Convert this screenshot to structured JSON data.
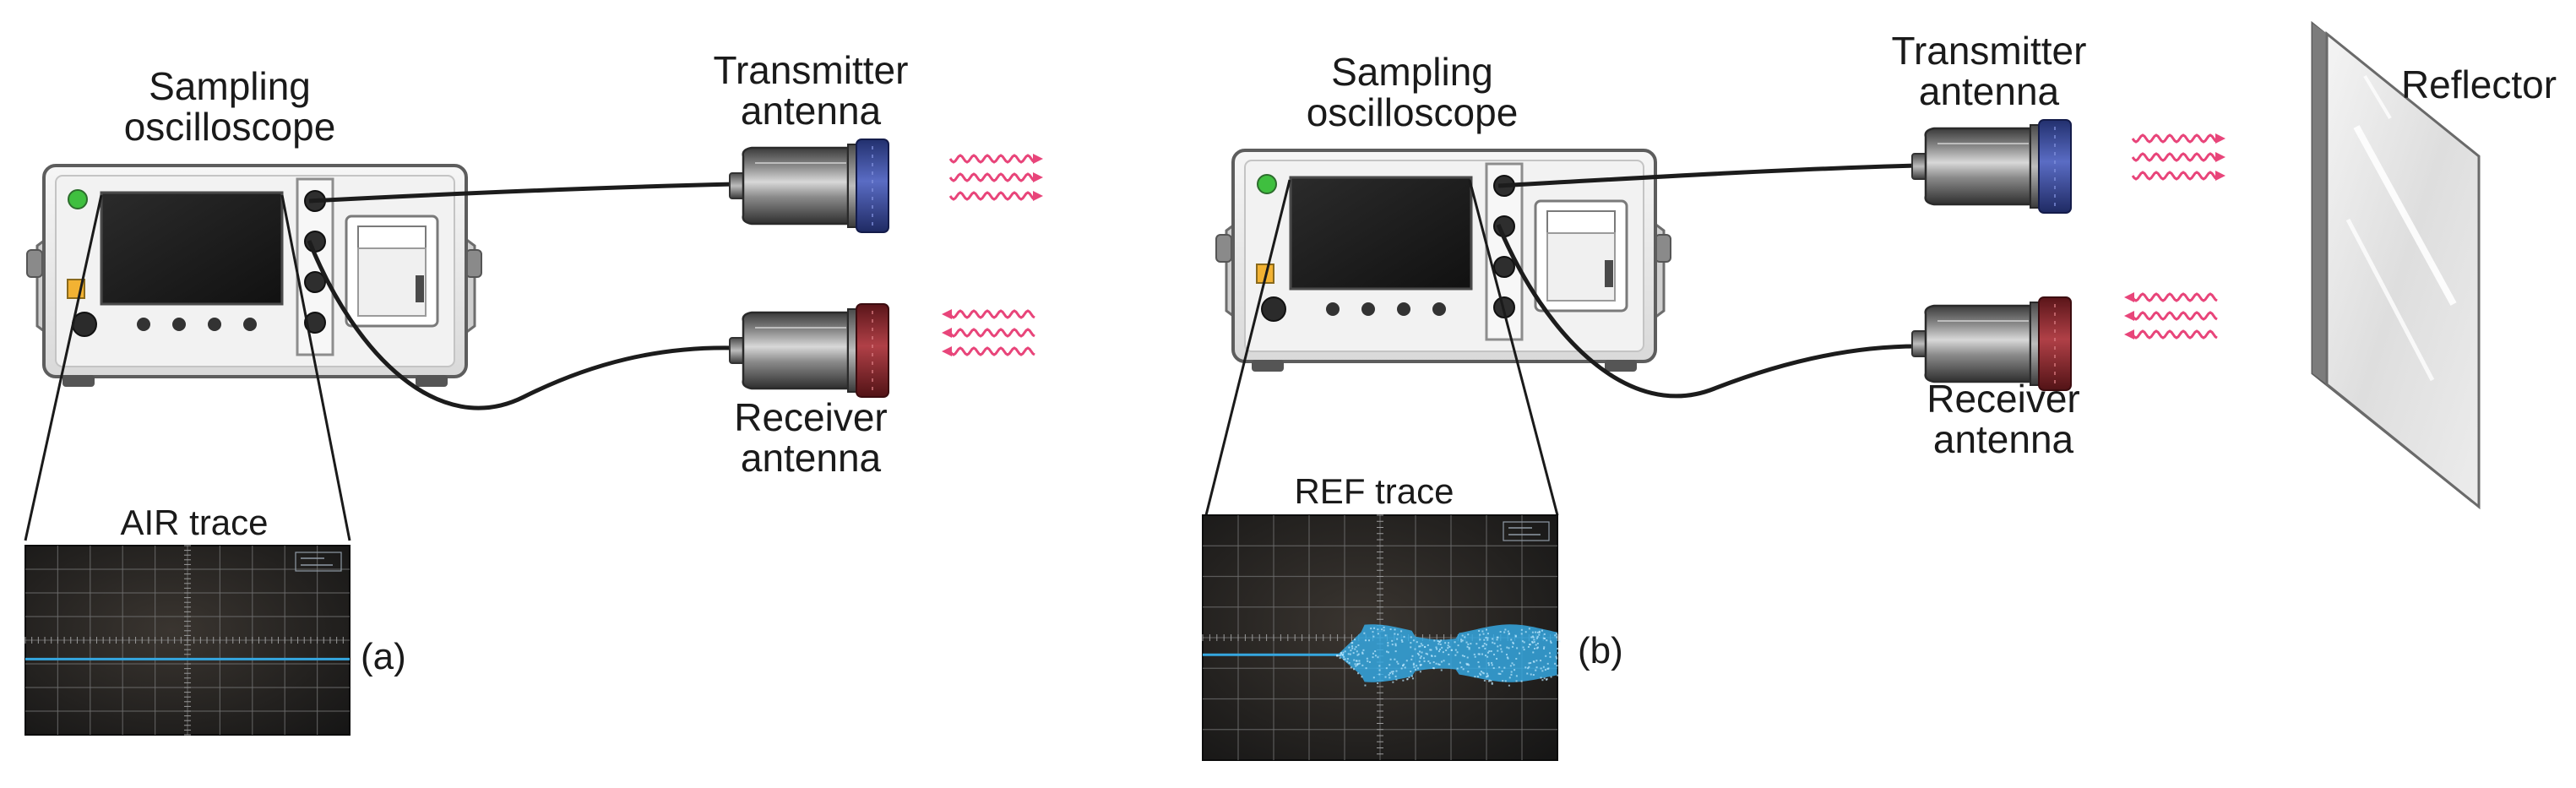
{
  "panels": [
    {
      "id": "a",
      "oscilloscope_label": [
        "Sampling",
        "oscilloscope"
      ],
      "transmitter_label": [
        "Transmitter",
        "antenna"
      ],
      "receiver_label": [
        "Receiver",
        "antenna"
      ],
      "trace_title": "AIR trace",
      "panel_letter": "(a)",
      "has_reflector": false,
      "trace_signal": "flat"
    },
    {
      "id": "b",
      "oscilloscope_label": [
        "Sampling",
        "oscilloscope"
      ],
      "transmitter_label": [
        "Transmitter",
        "antenna"
      ],
      "receiver_label": [
        "Receiver",
        "antenna"
      ],
      "trace_title": "REF trace",
      "panel_letter": "(b)",
      "has_reflector": true,
      "reflector_label": "Reflector",
      "trace_signal": "pulse"
    }
  ],
  "colors": {
    "transmitter_band": "#3f51a6",
    "receiver_band": "#8e2b2e",
    "wave": "#e8457a",
    "trace_line": "#35a7e0",
    "led": "#3fbf3f",
    "indicator": "#f2b233"
  },
  "icons": [
    "oscilloscope-icon",
    "antenna-icon",
    "wave-icon",
    "reflector-icon",
    "cable-icon"
  ]
}
